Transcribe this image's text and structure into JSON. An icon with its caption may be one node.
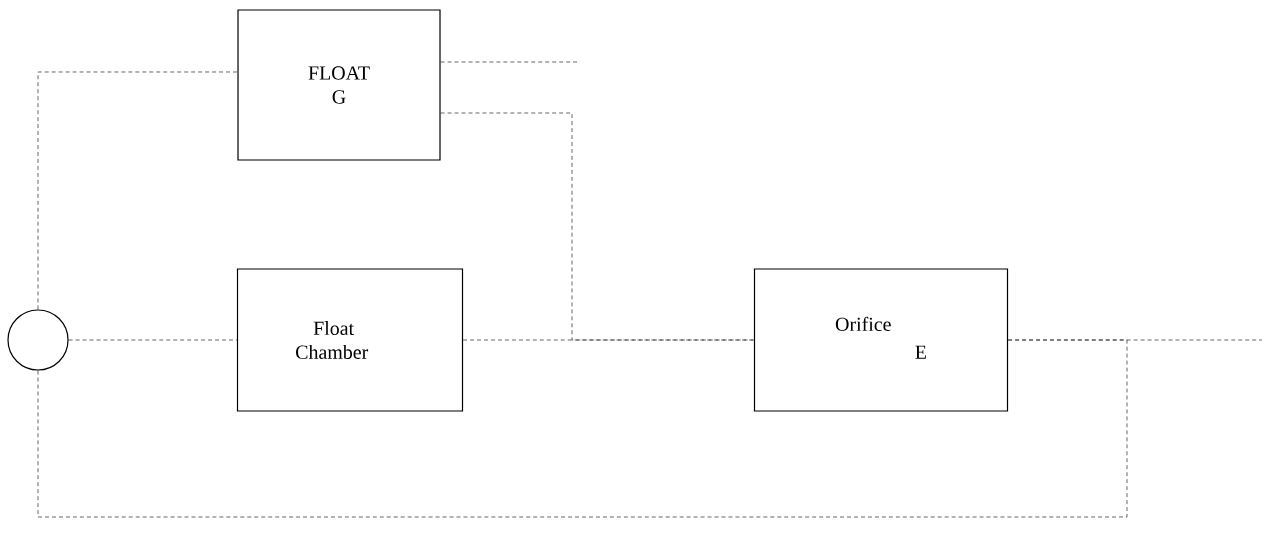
{
  "diagram": {
    "nodes": [
      {
        "text": [
          "FLOAT G"
        ]
      },
      {
        "text": [],
        "shape": "circle"
      },
      {
        "text": [
          "Float Chamber"
        ]
      },
      {
        "text": [
          "Orifice",
          "E"
        ]
      }
    ],
    "edges": [
      {
        "from": 1,
        "to": 0,
        "arrow": "none",
        "style": "dashed"
      },
      {
        "from": 0,
        "to": null,
        "arrow": "none",
        "style": "dashed"
      },
      {
        "from": 0,
        "to": 3,
        "arrow": "none",
        "style": "dashed"
      },
      {
        "from": 1,
        "to": 2,
        "arrow": "none",
        "style": "dashed"
      },
      {
        "from": 2,
        "to": 3,
        "arrow": "none",
        "style": "dashed"
      },
      {
        "from": 3,
        "to": null,
        "arrow": "none",
        "style": "dashed"
      },
      {
        "from": 1,
        "to": 3,
        "arrow": "none",
        "style": "dashed"
      }
    ]
  }
}
